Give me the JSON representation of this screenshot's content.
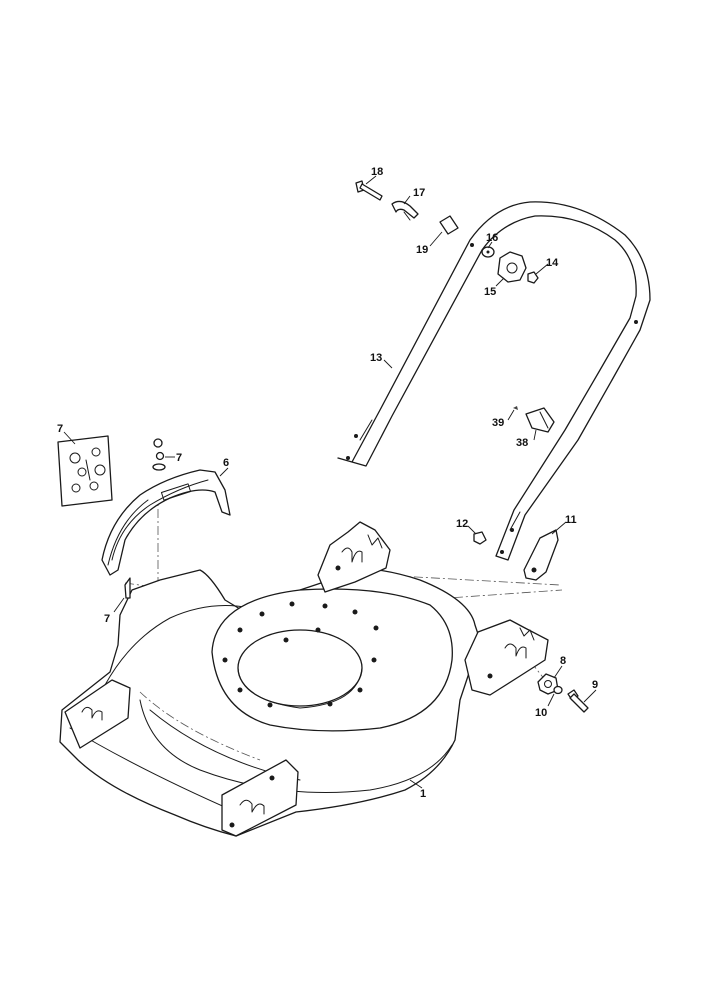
{
  "callouts": [
    {
      "id": "c1",
      "label": "1"
    },
    {
      "id": "c6",
      "label": "6"
    },
    {
      "id": "c7a",
      "label": "7"
    },
    {
      "id": "c7b",
      "label": "7"
    },
    {
      "id": "c7c",
      "label": "7"
    },
    {
      "id": "c8",
      "label": "8"
    },
    {
      "id": "c9",
      "label": "9"
    },
    {
      "id": "c10",
      "label": "10"
    },
    {
      "id": "c11",
      "label": "11"
    },
    {
      "id": "c12",
      "label": "12"
    },
    {
      "id": "c13",
      "label": "13"
    },
    {
      "id": "c14",
      "label": "14"
    },
    {
      "id": "c15",
      "label": "15"
    },
    {
      "id": "c16",
      "label": "16"
    },
    {
      "id": "c17",
      "label": "17"
    },
    {
      "id": "c18",
      "label": "18"
    },
    {
      "id": "c19",
      "label": "19"
    },
    {
      "id": "c38",
      "label": "38"
    },
    {
      "id": "c39",
      "label": "39"
    }
  ],
  "colors": {
    "line": "#1a1a1a",
    "background": "#ffffff"
  }
}
